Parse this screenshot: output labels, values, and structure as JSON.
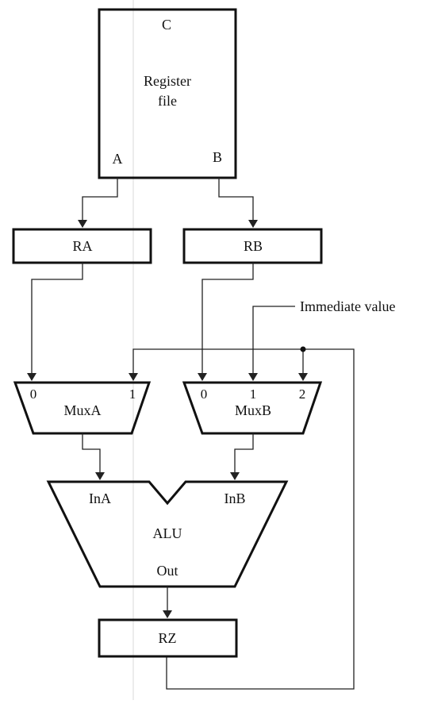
{
  "register_file": {
    "title_line1": "Register",
    "title_line2": "file",
    "port_c": "C",
    "port_a": "A",
    "port_b": "B"
  },
  "registers": {
    "ra": "RA",
    "rb": "RB",
    "rz": "RZ"
  },
  "immediate_label": "Immediate value",
  "mux_a": {
    "name": "MuxA",
    "input0": "0",
    "input1": "1"
  },
  "mux_b": {
    "name": "MuxB",
    "input0": "0",
    "input1": "1",
    "input2": "2"
  },
  "alu": {
    "name": "ALU",
    "in_a": "InA",
    "in_b": "InB",
    "out": "Out"
  }
}
